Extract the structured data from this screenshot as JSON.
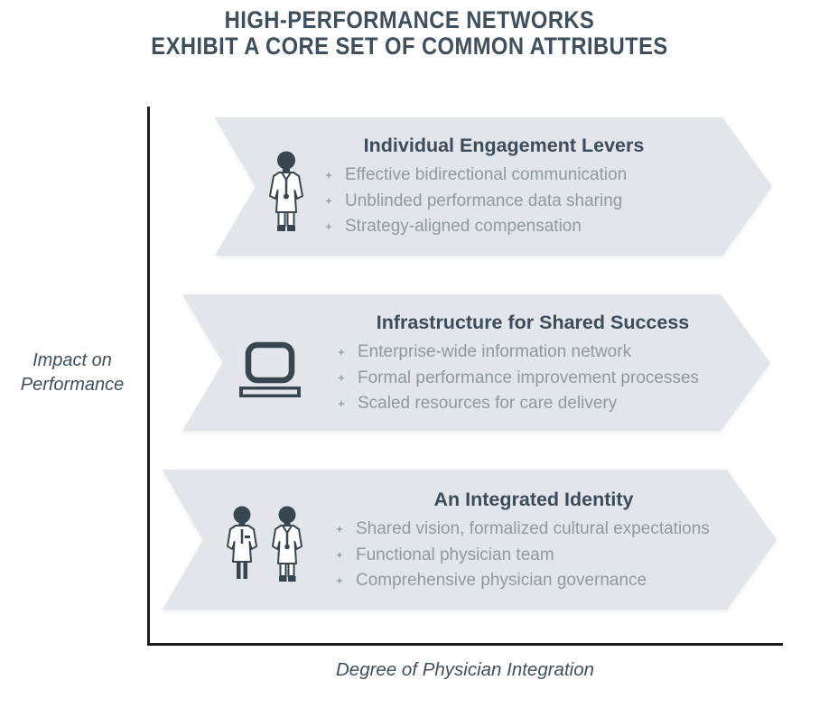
{
  "title": {
    "line1": "HIGH-PERFORMANCE NETWORKS",
    "line2": "EXHIBIT A CORE SET OF COMMON ATTRIBUTES"
  },
  "axes": {
    "y_label_line1": "Impact on",
    "y_label_line2": "Performance",
    "x_label": "Degree of Physician Integration"
  },
  "bands": [
    {
      "title": "Individual Engagement Levers",
      "icon": "physician-icon",
      "bullets": [
        "Effective bidirectional communication",
        "Unblinded performance data sharing",
        "Strategy-aligned compensation"
      ]
    },
    {
      "title": "Infrastructure for Shared Success",
      "icon": "computer-icon",
      "bullets": [
        "Enterprise-wide information network",
        "Formal performance improvement processes",
        "Scaled resources for care delivery"
      ]
    },
    {
      "title": "An Integrated Identity",
      "icon": "two-physicians-icon",
      "bullets": [
        "Shared vision, formalized cultural expectations",
        "Functional physician team",
        "Comprehensive physician governance"
      ]
    }
  ],
  "colors": {
    "band_fill": "#e2e5e9",
    "heading_text": "#3c4c5a",
    "title_text": "#3e4f5d",
    "bullet_text": "#8f99a2",
    "axis_line": "#1d1d1b",
    "icon": "#37464f",
    "background": "#ffffff"
  }
}
